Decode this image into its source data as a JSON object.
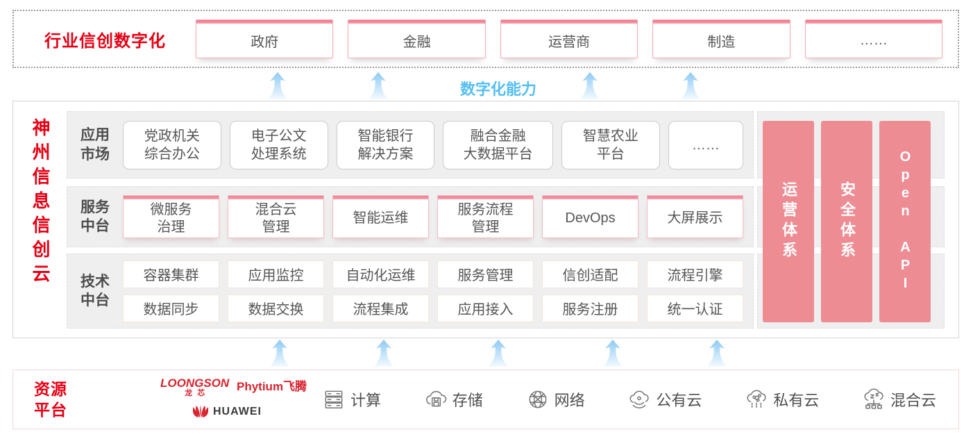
{
  "colors": {
    "brand_red": "#e60014",
    "salmon_bar": "#ee8c94",
    "pink_border": "#f2a9b3",
    "capability_blue": "#54bff2",
    "row_background": "#efefef",
    "box_text_gray": "#555555"
  },
  "top_band": {
    "title": "行业信创数字化",
    "industries": [
      "政府",
      "金融",
      "运营商",
      "制造",
      "……"
    ]
  },
  "capability_label": "数字化能力",
  "main": {
    "vertical_title": "神州信息信创云",
    "rows": {
      "app_market": {
        "label": "应用\n市场",
        "items": [
          "党政机关\n综合办公",
          "电子公文\n处理系统",
          "智能银行\n解决方案",
          "融合金融\n大数据平台",
          "智慧农业\n平台",
          "……"
        ]
      },
      "service_platform": {
        "label": "服务\n中台",
        "items": [
          "微服务\n治理",
          "混合云\n管理",
          "智能运维",
          "服务流程\n管理",
          "DevOps",
          "大屏展示"
        ]
      },
      "tech_platform": {
        "label": "技术\n中台",
        "items_row1": [
          "容器集群",
          "应用监控",
          "自动化运维",
          "服务管理",
          "信创适配",
          "流程引擎"
        ],
        "items_row2": [
          "数据同步",
          "数据交换",
          "流程集成",
          "应用接入",
          "服务注册",
          "统一认证"
        ]
      }
    },
    "side_bars": [
      "运营体系",
      "安全体系",
      "Open API"
    ]
  },
  "bottom_band": {
    "title": "资源\n平台",
    "vendors": {
      "loongson": "LOONGSON",
      "loongson_cn": "龙芯",
      "phytium": "Phytium飞腾",
      "huawei": "HUAWEI"
    },
    "resources": [
      {
        "label": "计算"
      },
      {
        "label": "存储"
      },
      {
        "label": "网络"
      },
      {
        "label": "公有云"
      },
      {
        "label": "私有云"
      },
      {
        "label": "混合云"
      }
    ]
  }
}
